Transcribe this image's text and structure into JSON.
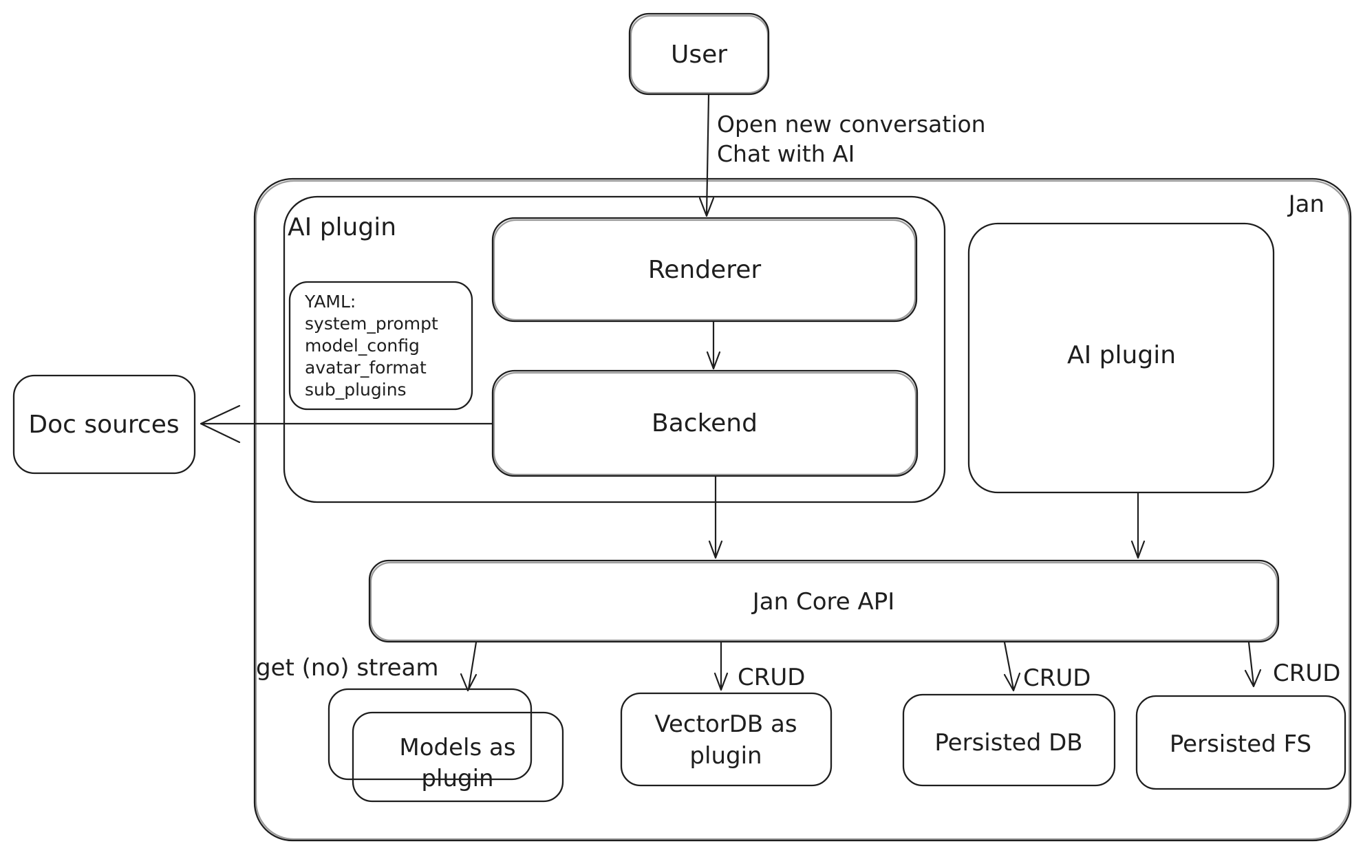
{
  "diagram": {
    "title": "Jan architecture diagram",
    "colors": {
      "stroke": "#1e1e1e",
      "background": "#ffffff"
    },
    "nodes": {
      "user": "User",
      "jan_container": "Jan",
      "ai_plugin_container": "AI plugin",
      "renderer": "Renderer",
      "backend": "Backend",
      "yaml_note": {
        "line1": "YAML:",
        "line2": "system_prompt",
        "line3": "model_config",
        "line4": "avatar_format",
        "line5": "sub_plugins"
      },
      "doc_sources": "Doc sources",
      "ai_plugin_right": "AI plugin",
      "jan_core_api": "Jan Core API",
      "models_as_plugin": {
        "line1": "Models as",
        "line2": "plugin"
      },
      "vectordb_as_plugin": {
        "line1": "VectorDB as",
        "line2": "plugin"
      },
      "persisted_db": "Persisted DB",
      "persisted_fs": "Persisted FS"
    },
    "edges": {
      "user_to_renderer": {
        "line1": "Open new conversation",
        "line2": "Chat with AI"
      },
      "api_to_models": "get (no) stream",
      "api_to_vectordb": "CRUD",
      "api_to_persisted_db": "CRUD",
      "api_to_persisted_fs": "CRUD"
    }
  }
}
